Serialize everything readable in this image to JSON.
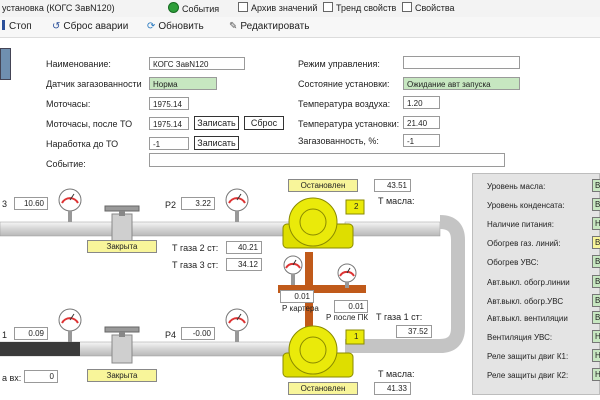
{
  "tabs": [
    {
      "label": "установка (КОГС ЗавN120)",
      "icon": "tab-station-icon"
    },
    {
      "label": "События",
      "icon": "events-icon"
    },
    {
      "label": "Архив значений",
      "icon": "archive-icon"
    },
    {
      "label": "Тренд свойств",
      "icon": "trend-icon"
    },
    {
      "label": "Свойства",
      "icon": "properties-icon"
    }
  ],
  "toolbar": {
    "stop": "Стоп",
    "reset": "Сброс аварии",
    "refresh": "Обновить",
    "edit": "Редактировать"
  },
  "form": {
    "name_label": "Наименование:",
    "name_value": "КОГС ЗавN120",
    "gas_sensor_label": "Датчик загазованности",
    "gas_sensor_value": "Норма",
    "motohours_label": "Моточасы:",
    "motohours_value": "1975.14",
    "moto_after_to_label": "Моточасы, после ТО",
    "moto_after_to_value": "1975.14",
    "write_btn": "Записать",
    "reset_btn": "Сброс",
    "until_to_label": "Наработка до ТО",
    "until_to_value": "-1",
    "write_btn2": "Записать",
    "event_label": "Событие:",
    "event_value": "",
    "mode_label": "Режим управления:",
    "mode_value": "",
    "state_label": "Состояние установки:",
    "state_value": "Ожидание авт запуска",
    "air_temp_label": "Температура воздуха:",
    "air_temp_value": "1.20",
    "unit_temp_label": "Температура установки:",
    "unit_temp_value": "21.40",
    "gas_pct_label": "Загазованность, %:",
    "gas_pct_value": "-1"
  },
  "scheme": {
    "p_in_top_label": "3",
    "p_in_top_value": "10.60",
    "p2_label": "P2",
    "p2_value": "3.22",
    "valve_top_status": "Закрыта",
    "comp_top_status": "Остановлен",
    "oil_temp_top_value": "43.51",
    "oil_temp_top_label": "Т масла:",
    "t_gas2_label": "Т газа 2 ст:",
    "t_gas2_value": "40.21",
    "t_gas3_label": "Т газа 3 ст:",
    "t_gas3_value": "34.12",
    "p_crank_value": "0.01",
    "p_crank_label": "Р картера",
    "p_after_pk_value": "0.01",
    "p_after_pk_label": "Р после ПК",
    "t_gas1_label": "Т газа 1 ст:",
    "t_gas1_value": "37.52",
    "p_in_bot_label": "1",
    "p_in_bot_value": "0.09",
    "p4_label": "P4",
    "p4_value": "-0.00",
    "valve_bot_status": "Закрыта",
    "inlet_label": "а вх:",
    "inlet_value": "0",
    "comp_bot_status": "Остановлен",
    "oil_temp_bot_label": "Т масла:",
    "oil_temp_bot_value": "41.33",
    "comp_top_num": "2",
    "comp_bot_num": "1"
  },
  "panel": {
    "rows": [
      {
        "label": "Уровень масла:",
        "value": "В"
      },
      {
        "label": "Уровень конденсата:",
        "value": "В"
      },
      {
        "label": "Наличие питания:",
        "value": "Н"
      },
      {
        "label": "Обогрев газ. линий:",
        "value": "В"
      },
      {
        "label": "Обогрев УВС:",
        "value": "В"
      },
      {
        "label": "Авт.выкл. обогр.линии",
        "value": "В"
      },
      {
        "label": "Авт.выкл. обогр.УВС",
        "value": "В"
      },
      {
        "label": "Авт.выкл. вентиляции",
        "value": "В"
      },
      {
        "label": "Вентиляция УВС:",
        "value": "Н"
      },
      {
        "label": "Реле защиты двиг К1:",
        "value": "Н"
      },
      {
        "label": "Реле защиты двиг К2:",
        "value": "Н"
      }
    ]
  },
  "colors": {
    "green_field": "#c7e7c1",
    "yellow_status": "#f8f59a",
    "pipe": "#dcdcdc",
    "compressor": "#e8e800",
    "oil_line": "#c05a1a"
  }
}
